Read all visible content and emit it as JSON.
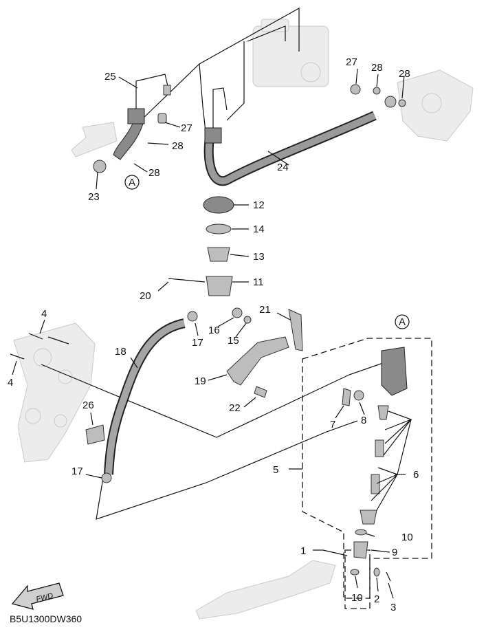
{
  "diagram": {
    "code": "B5U1300DW360",
    "fwd": "FWD",
    "ref_a": "A",
    "callouts": [
      {
        "id": "25",
        "text": "25"
      },
      {
        "id": "27a",
        "text": "27"
      },
      {
        "id": "28a",
        "text": "28"
      },
      {
        "id": "28b",
        "text": "28"
      },
      {
        "id": "23",
        "text": "23"
      },
      {
        "id": "27b",
        "text": "27"
      },
      {
        "id": "28c",
        "text": "28"
      },
      {
        "id": "28d",
        "text": "28"
      },
      {
        "id": "24",
        "text": "24"
      },
      {
        "id": "12",
        "text": "12"
      },
      {
        "id": "14",
        "text": "14"
      },
      {
        "id": "13",
        "text": "13"
      },
      {
        "id": "11",
        "text": "11"
      },
      {
        "id": "20",
        "text": "20"
      },
      {
        "id": "21",
        "text": "21"
      },
      {
        "id": "4a",
        "text": "4"
      },
      {
        "id": "4b",
        "text": "4"
      },
      {
        "id": "17a",
        "text": "17"
      },
      {
        "id": "16",
        "text": "16"
      },
      {
        "id": "15",
        "text": "15"
      },
      {
        "id": "18",
        "text": "18"
      },
      {
        "id": "19",
        "text": "19"
      },
      {
        "id": "22",
        "text": "22"
      },
      {
        "id": "26",
        "text": "26"
      },
      {
        "id": "17b",
        "text": "17"
      },
      {
        "id": "7",
        "text": "7"
      },
      {
        "id": "8",
        "text": "8"
      },
      {
        "id": "5",
        "text": "5"
      },
      {
        "id": "6",
        "text": "6"
      },
      {
        "id": "10a",
        "text": "10"
      },
      {
        "id": "1",
        "text": "1"
      },
      {
        "id": "9",
        "text": "9"
      },
      {
        "id": "10b",
        "text": "10"
      },
      {
        "id": "2",
        "text": "2"
      },
      {
        "id": "3",
        "text": "3"
      }
    ]
  }
}
